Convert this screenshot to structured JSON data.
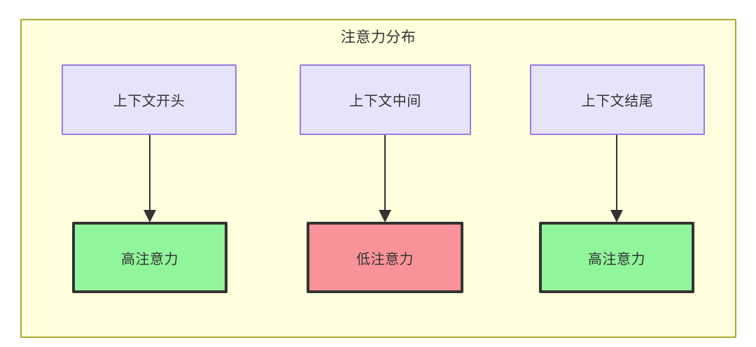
{
  "diagram": {
    "title": "注意力分布",
    "container": {
      "fill": "#ffffdd",
      "border": "#aaaa33"
    },
    "palette": {
      "source_fill": "#e6e4fb",
      "source_border": "#9b78e0",
      "high_fill": "#90f59b",
      "low_fill": "#fa9399",
      "result_border": "#333333",
      "text": "#333333",
      "edge": "#333333"
    },
    "columns": [
      {
        "source_label": "上下文开头",
        "result_label": "高注意力",
        "result_level": "high"
      },
      {
        "source_label": "上下文中间",
        "result_label": "低注意力",
        "result_level": "low"
      },
      {
        "source_label": "上下文结尾",
        "result_label": "高注意力",
        "result_level": "high"
      }
    ]
  }
}
